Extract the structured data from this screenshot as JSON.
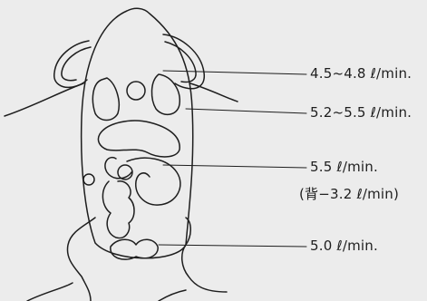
{
  "diagram": {
    "labels": [
      {
        "id": "upper-heart",
        "text": "4.5~4.8 ℓ/min."
      },
      {
        "id": "liver",
        "text": "5.2~5.5 ℓ/min."
      },
      {
        "id": "abdomen",
        "text": "5.5 ℓ/min."
      },
      {
        "id": "abdomen-back",
        "text": "(背−3.2 ℓ/min)"
      },
      {
        "id": "pelvis",
        "text": "5.0 ℓ/min."
      }
    ]
  },
  "colors": {
    "background": "#ececec",
    "ink": "#1e1e1e"
  }
}
